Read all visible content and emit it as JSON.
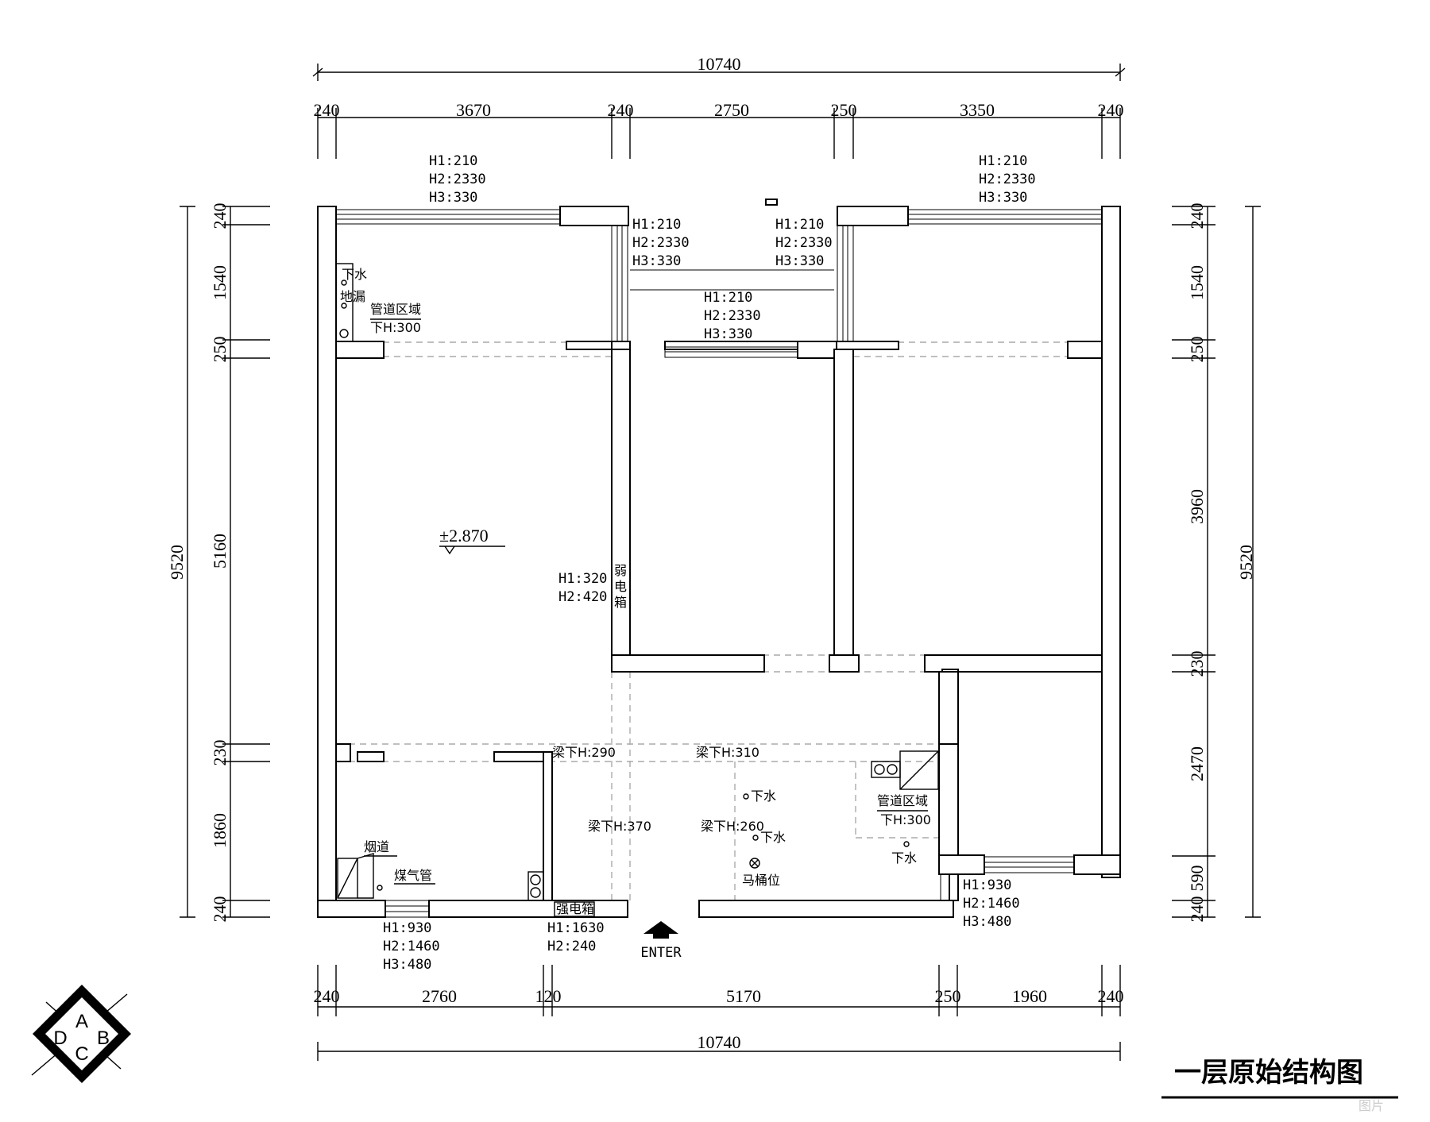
{
  "title": "一层原始结构图",
  "compass": {
    "a": "A",
    "b": "B",
    "c": "C",
    "d": "D"
  },
  "dims": {
    "top_total": "10740",
    "top": [
      "240",
      "3670",
      "240",
      "2750",
      "250",
      "3350",
      "240"
    ],
    "bottom": [
      "240",
      "2760",
      "120",
      "5170",
      "250",
      "1960",
      "240"
    ],
    "bottom_total": "10740",
    "left": [
      "240",
      "1540",
      "250",
      "5160",
      "230",
      "1860",
      "240"
    ],
    "left_total": "9520",
    "right": [
      "240",
      "1540",
      "250",
      "3960",
      "230",
      "2470",
      "590",
      "240"
    ],
    "right_total": "9520"
  },
  "windows": {
    "w1": [
      "H1:210",
      "H2:2330",
      "H3:330"
    ],
    "w2": [
      "H1:210",
      "H2:2330",
      "H3:330"
    ],
    "w3": [
      "H1:210",
      "H2:2330",
      "H3:330"
    ],
    "w4": [
      "H1:210",
      "H2:2330",
      "H3:330"
    ],
    "w5": [
      "H1:210",
      "H2:2330",
      "H3:330"
    ],
    "w6": [
      "H1:930",
      "H2:1460",
      "H3:480"
    ],
    "w7": [
      "H1:930",
      "H2:1460",
      "H3:480"
    ]
  },
  "boxes": {
    "weak": [
      "H1:320",
      "H2:420"
    ],
    "weak_label": [
      "弱",
      "电",
      "箱"
    ],
    "strong": [
      "H1:1630",
      "H2:240"
    ],
    "strong_label": "强电箱"
  },
  "labels": {
    "drain": "下水",
    "floor_drain": "地漏",
    "pipe_area": "管道区域",
    "pipe_h": "下H:300",
    "level": "±2.870",
    "beam1": "梁下H:290",
    "beam2": "梁下H:310",
    "beam3": "梁下H:370",
    "beam4": "梁下H:260",
    "flue": "烟道",
    "gas": "煤气管",
    "toilet": "马桶位",
    "enter": "ENTER",
    "watermark": "图片"
  }
}
